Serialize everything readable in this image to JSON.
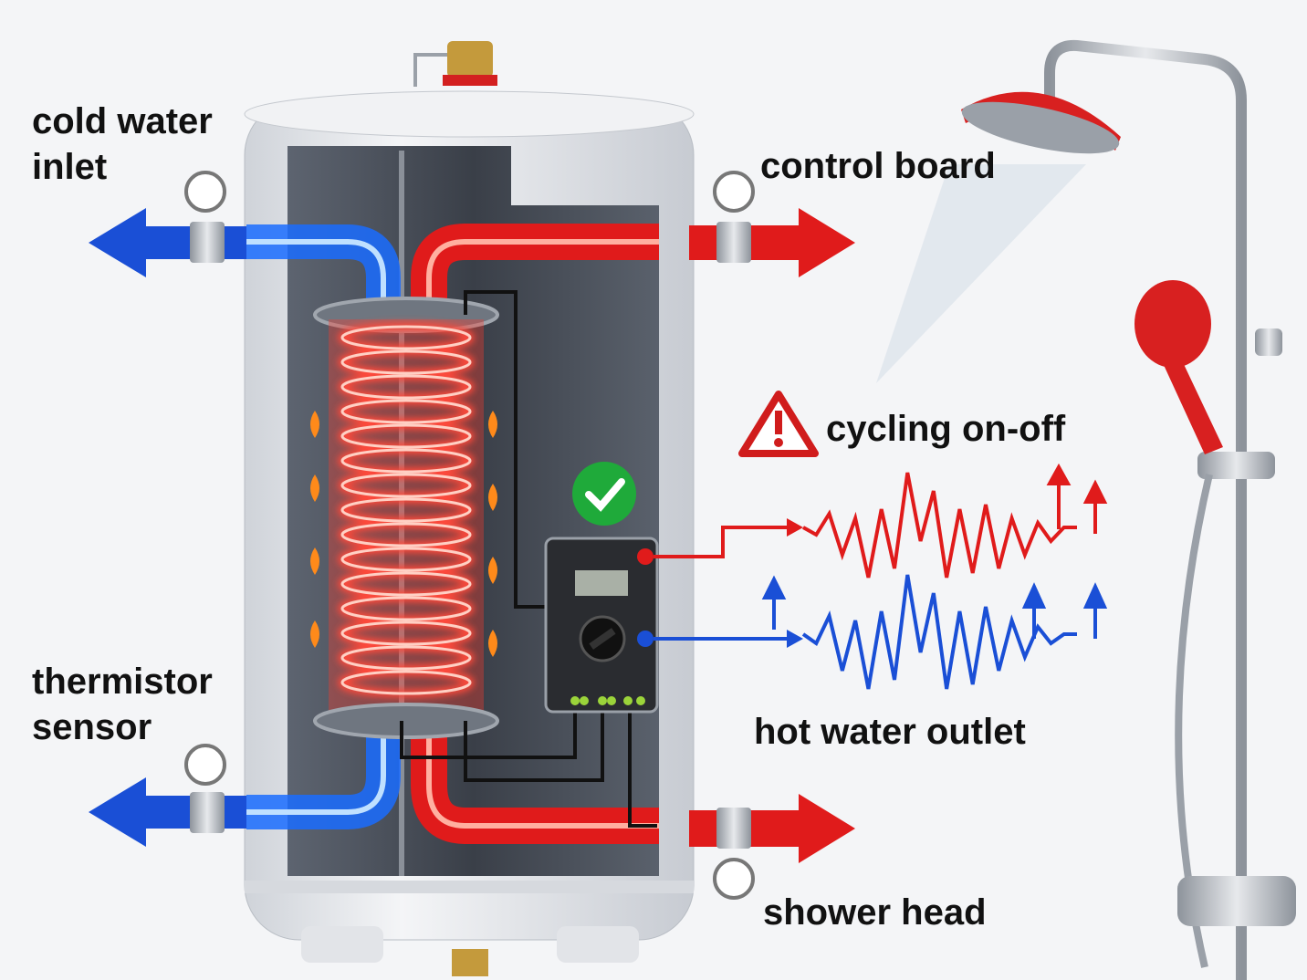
{
  "labels": {
    "cold_water_inlet": [
      "cold water",
      "inlet"
    ],
    "control_board": "control board",
    "cycling": "cycling on-off",
    "thermistor_sensor": [
      "thermistor",
      "sensor"
    ],
    "hot_water_outlet": "hot water outlet",
    "shower_head": "shower head"
  },
  "icons": [
    "warning-triangle-icon",
    "check-circle-icon",
    "pressure-gauge-icon"
  ],
  "colors": {
    "hot": "#e01b1b",
    "cold": "#1a4fd6",
    "check": "#1faa3a",
    "tank": "#e9ebef",
    "board": "#2a2c30"
  }
}
